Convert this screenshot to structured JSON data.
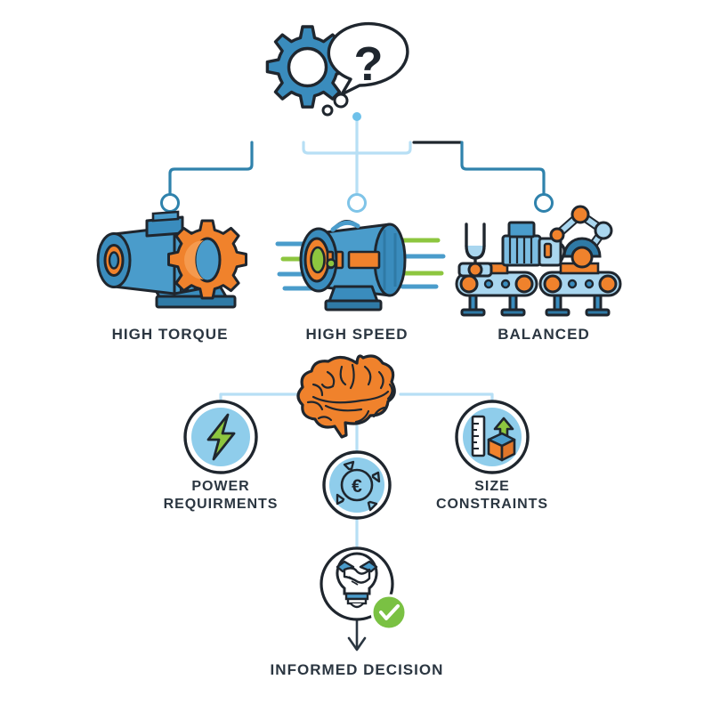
{
  "diagram": {
    "title_node": {
      "icon": "gear-icon",
      "question_icon": "question-mark-speech-bubble"
    },
    "colors": {
      "blue_primary": "#3a8cbd",
      "blue_dark": "#1f6a96",
      "blue_light": "#a9d6ef",
      "blue_pale": "#8fcdeb",
      "connector": "#b7dff5",
      "connector_dark": "#2b7fa8",
      "orange": "#f0822c",
      "orange_light": "#f59a4e",
      "green": "#8dc63f",
      "green_check": "#7ac143",
      "ink": "#1f262e",
      "text": "#2b3641",
      "white": "#ffffff"
    },
    "options": [
      {
        "id": "high-torque",
        "label": "HIGH TORQUE",
        "icon": "motor-with-gear-icon"
      },
      {
        "id": "high-speed",
        "label": "HIGH SPEED",
        "icon": "motor-speed-lines-icon"
      },
      {
        "id": "balanced",
        "label": "BALANCED",
        "icon": "conveyor-robot-arm-icon"
      }
    ],
    "criteria_hub": {
      "icon": "brain-icon",
      "name": "brain"
    },
    "criteria": [
      {
        "id": "power",
        "label": "POWER\nREQUIRMENTS",
        "icon": "lightning-bolt-icon"
      },
      {
        "id": "budget",
        "label": "",
        "icon": "euro-coin-arrows-icon"
      },
      {
        "id": "size",
        "label": "SIZE\nCONSTRAINTS",
        "icon": "ruler-box-arrow-icon"
      }
    ],
    "outcome": {
      "id": "informed-decision",
      "label": "INFORMED DECISION",
      "icon": "lightbulb-handshake-icon",
      "badge_icon": "green-check-badge-icon"
    }
  }
}
